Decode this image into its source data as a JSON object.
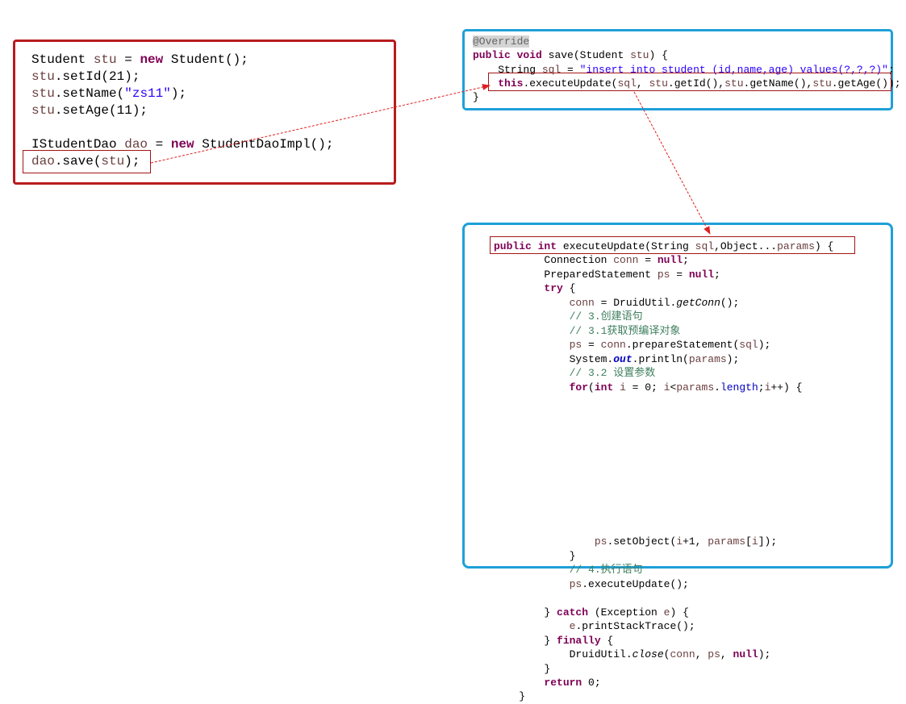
{
  "caller_code": {
    "lines": [
      "Student stu = new Student();",
      "stu.setId(21);",
      "stu.setName(\"zs11\");",
      "stu.setAge(11);",
      "",
      "IStudentDao dao = new StudentDaoImpl();",
      "dao.save(stu);"
    ]
  },
  "save_method_code": {
    "lines": [
      "@Override",
      "public void save(Student stu) {",
      "    String sql = \"insert into student (id,name,age) values(?,?,?)\";",
      "    this.executeUpdate(sql, stu.getId(),stu.getName(),stu.getAge());",
      "}"
    ]
  },
  "execute_update_code": {
    "lines": [
      "public int executeUpdate(String sql,Object...params) {",
      "        Connection conn = null;",
      "        PreparedStatement ps = null;",
      "        try {",
      "            conn = DruidUtil.getConn();",
      "            // 3.创建语句",
      "            // 3.1获取预编译对象",
      "            ps = conn.prepareStatement(sql);",
      "            System.out.println(params);",
      "            // 3.2 设置参数",
      "            for(int i = 0; i<params.length;i++) {",
      "                ps.setObject(i+1, params[i]);",
      "            }",
      "            // 4.执行语句",
      "            ps.executeUpdate();",
      "",
      "        } catch (Exception e) {",
      "            e.printStackTrace();",
      "        } finally {",
      "            DruidUtil.close(conn, ps, null);",
      "        }",
      "        return 0;",
      "    }"
    ]
  },
  "colors": {
    "caller_border": "#b71c1c",
    "method_border": "#1ea0d8",
    "highlight": "#a31515",
    "arrow": "#e02020"
  }
}
